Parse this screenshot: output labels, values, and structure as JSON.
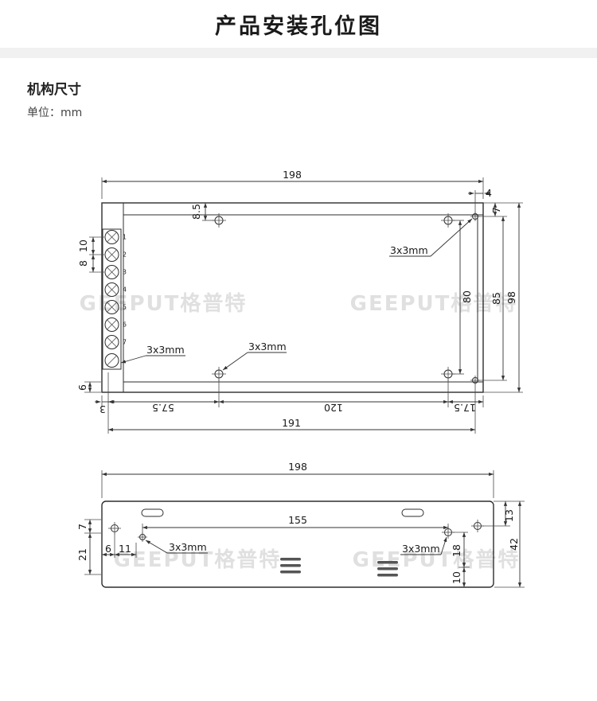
{
  "page": {
    "title": "产品安装孔位图",
    "section_title": "机构尺寸",
    "unit_label": "单位：mm"
  },
  "watermark": {
    "text": "GEEPUT格普特"
  },
  "top_view": {
    "width_total": "198",
    "offset_right": "4",
    "offset_top_right": "7",
    "offset_top_left": "8.5",
    "pitch_a": "10",
    "pitch_b": "8",
    "hole_label_right": "3x3mm",
    "hole_label_left": "3x3mm",
    "hole_label_center": "3x3mm",
    "height_holes": "80",
    "height_mid": "85",
    "height_total": "98",
    "bottom_a": "3",
    "bottom_b": "57.5",
    "bottom_c": "120",
    "bottom_d": "17.5",
    "bottom_total": "191",
    "offset_bottom_left": "6",
    "terminals": [
      "1",
      "2",
      "3",
      "4",
      "5",
      "6",
      "7"
    ]
  },
  "bottom_view": {
    "width_total": "198",
    "width_holes": "155",
    "offset_top_right": "13",
    "height_total": "42",
    "offset_a": "7",
    "offset_b": "21",
    "offset_c": "6",
    "offset_d": "11",
    "hole_label_left": "3x3mm",
    "hole_label_right": "3x3mm",
    "offset_e": "18",
    "offset_f": "10"
  }
}
